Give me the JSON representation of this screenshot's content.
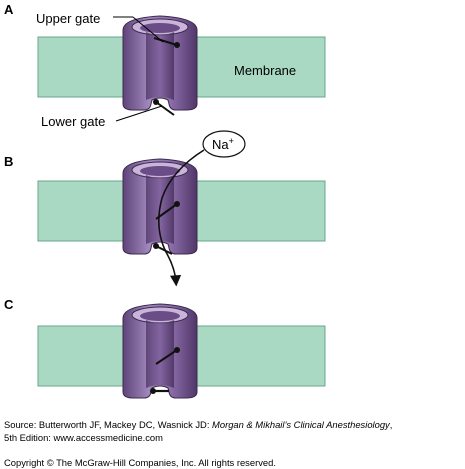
{
  "panels": [
    {
      "letter": "A"
    },
    {
      "letter": "B"
    },
    {
      "letter": "C"
    }
  ],
  "labels": {
    "upper_gate": "Upper gate",
    "lower_gate": "Lower gate",
    "membrane": "Membrane",
    "ion": "Na",
    "ion_charge": "+"
  },
  "source": {
    "prefix": "Source: Butterworth JF, Mackey DC, Wasnick JD: ",
    "book_title": "Morgan & Mikhail’s Clinical Anesthesiology",
    "suffix": ",",
    "line2": "5th Edition: www.accessmedicine.com"
  },
  "copyright": "Copyright © The McGraw-Hill Companies, Inc. All rights reserved.",
  "colors": {
    "membrane": "#a9d9c3",
    "membrane_edge": "#5d9e84",
    "channel": "#8a6aa6",
    "channel_dark": "#4d3566",
    "channel_light": "#b79fcb"
  }
}
